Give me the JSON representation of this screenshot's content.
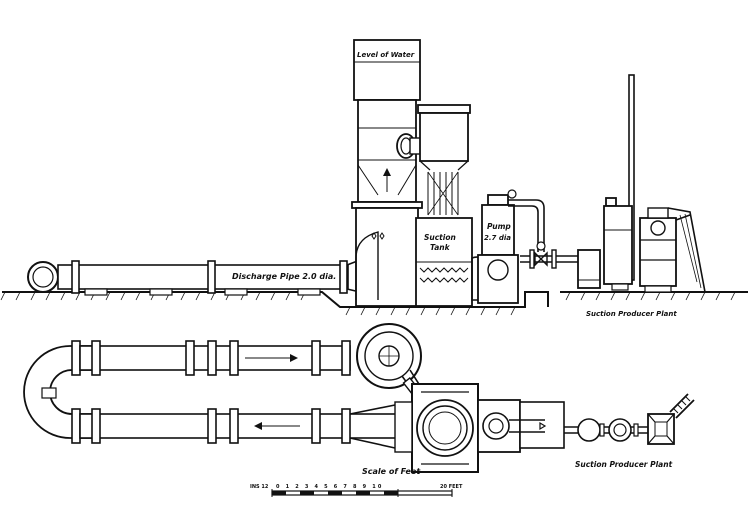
{
  "labels": {
    "level_of_water": "Level of Water",
    "suction_tank_1": "Suction",
    "suction_tank_2": "Tank",
    "pump_1": "Pump",
    "pump_2": "2.7 dia",
    "discharge_pipe": "Discharge Pipe 2.0 dia.",
    "producer_plant_elevation": "Suction Producer Plant",
    "producer_plant_plan": "Suction Producer Plant",
    "scale_title": "Scale of Feet",
    "scale_left": "INS 12",
    "scale_numbers": "0 1 2 3 4 5 6 7 8 9 10",
    "scale_right": "20 FEET"
  }
}
